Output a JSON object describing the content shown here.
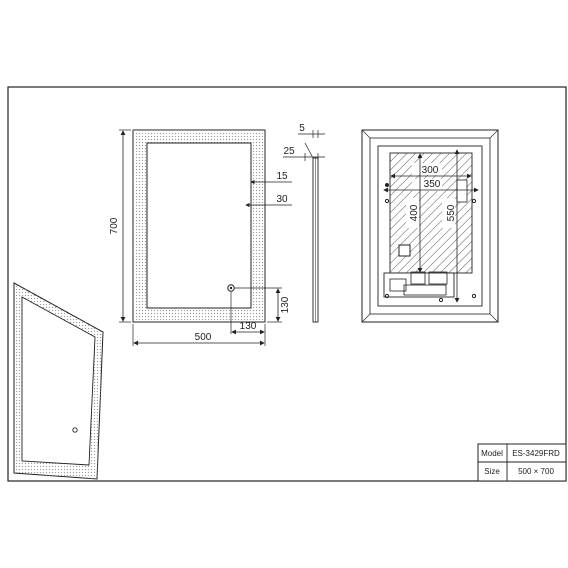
{
  "dimensions": {
    "total_width": "500",
    "total_height": "700",
    "button_offset_x": "130",
    "button_offset_y": "130",
    "band_offset_top": "15",
    "band_offset_bottom": "30",
    "profile_total_depth": "25",
    "profile_frame_depth": "5",
    "back_inner_width": "300",
    "back_outer_width": "350",
    "back_inner_height": "400",
    "back_outer_height": "550"
  },
  "title_block": {
    "model_label": "Model",
    "model_value": "ES-3429FRD",
    "size_label": "Size",
    "size_value": "500 × 700"
  },
  "colors": {
    "line": "#222222",
    "hatch": "#555555",
    "dots": "#9a9a9a"
  }
}
